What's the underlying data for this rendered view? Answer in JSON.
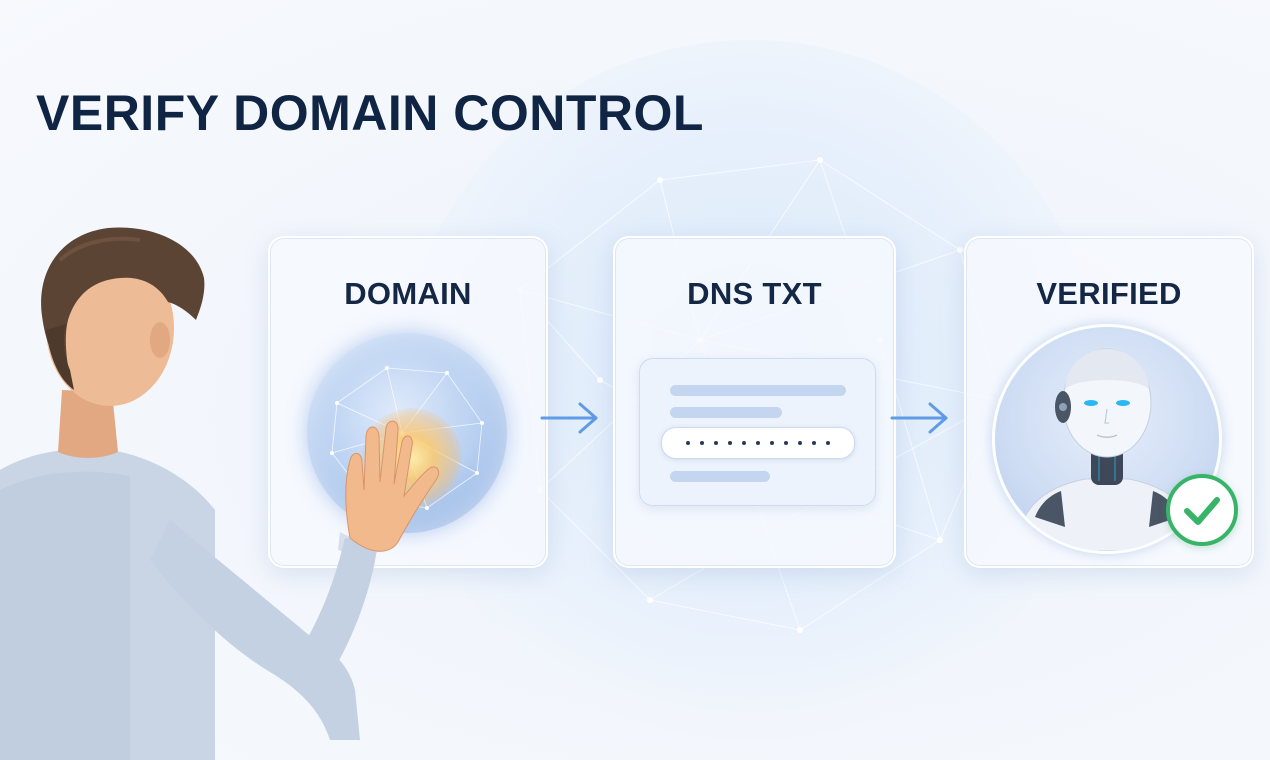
{
  "title": "VERIFY DOMAIN CONTROL",
  "steps": [
    {
      "label": "DOMAIN",
      "icon": "globe-icon"
    },
    {
      "label": "DNS TXT",
      "icon": "dns-record-icon"
    },
    {
      "label": "VERIFIED",
      "icon": "robot-avatar-icon"
    }
  ],
  "token_mask": "...........",
  "colors": {
    "title": "#102544",
    "label": "#142846",
    "arrow": "#5f9be6",
    "check": "#37b468",
    "card_bg": "#f6f9fe"
  }
}
